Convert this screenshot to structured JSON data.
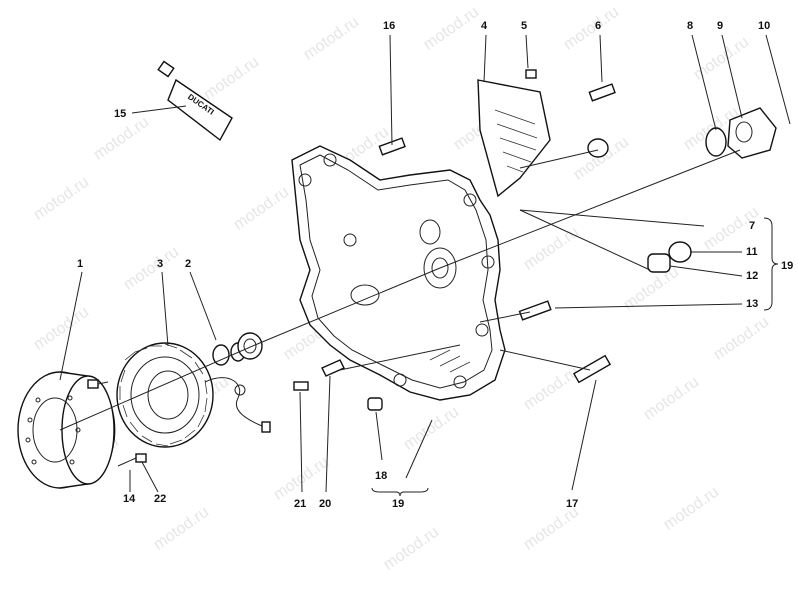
{
  "watermark": "motod.ru",
  "labels": {
    "l1": "1",
    "l2": "2",
    "l3": "3",
    "l4": "4",
    "l5": "5",
    "l6": "6",
    "l7": "7",
    "l8": "8",
    "l9": "9",
    "l10": "10",
    "l11": "11",
    "l12": "12",
    "l13": "13",
    "l14": "14",
    "l15": "15",
    "l16": "16",
    "l17": "17",
    "l18": "18",
    "l19a": "19",
    "l19b": "19",
    "l20": "20",
    "l21": "21",
    "l22": "22"
  },
  "tube_text": "DUCATI"
}
